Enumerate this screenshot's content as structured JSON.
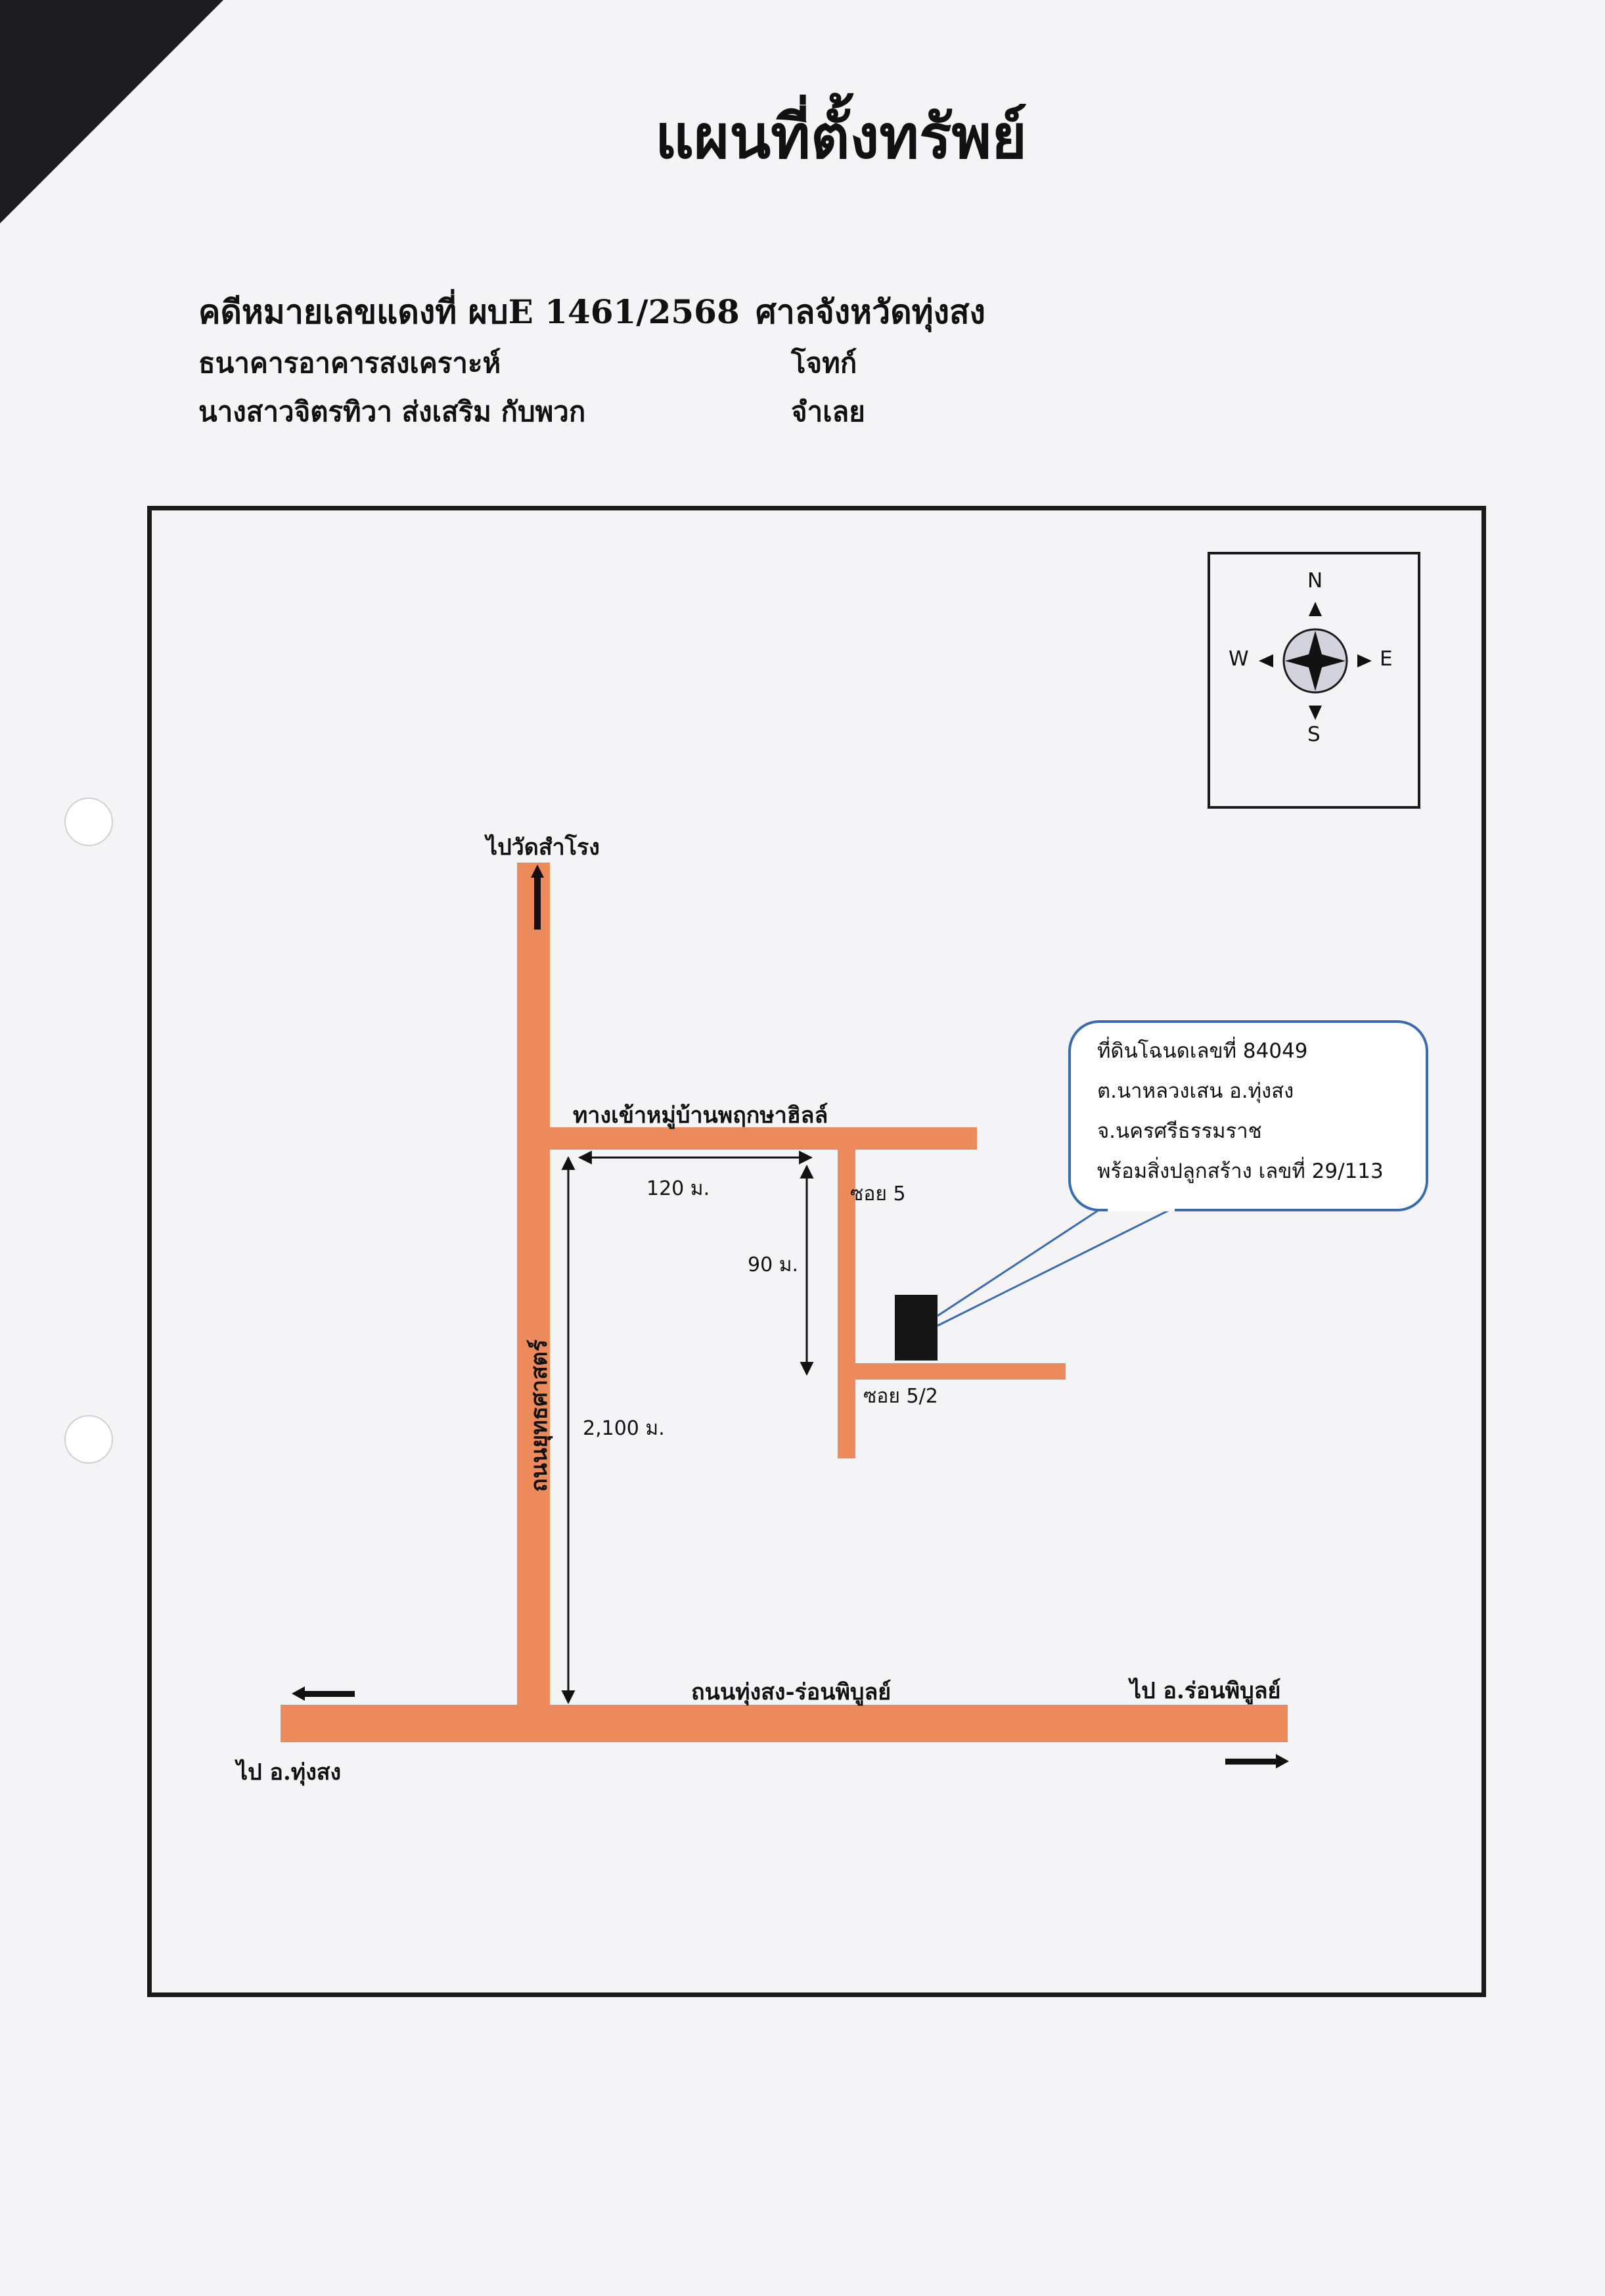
{
  "document": {
    "title": "แผนที่ตั้งทรัพย์",
    "case_number": "คดีหมายเลขแดงที่ ผบE 1461/2568",
    "court": "ศาลจังหวัดทุ่งสง",
    "plaintiff_name": "ธนาคารอาคารสงเคราะห์",
    "plaintiff_role": "โจทก์",
    "defendant_name": "นางสาวจิตรทิวา ส่งเสริม  กับพวก",
    "defendant_role": "จำเลย"
  },
  "map": {
    "road_color": "#ec8a5c",
    "callout_border_color": "#3a6bb0",
    "labels": {
      "to_temple": "ไปวัดสำโรง",
      "village_entrance": "ทางเข้าหมู่บ้านพฤกษาฮิลล์",
      "soi_5": "ซอย 5",
      "soi_5_2": "ซอย 5/2",
      "main_road": "ถนนทุ่งสง-ร่อนพิบูลย์",
      "to_ron_phibun": "ไป อ.ร่อนพิบูลย์",
      "to_thung_song": "ไป อ.ทุ่งสง",
      "yutthasat_road": "ถนนยุทธศาสตร์"
    },
    "distances": {
      "d_120": "120 ม.",
      "d_90": "90 ม.",
      "d_2100": "2,100 ม."
    },
    "callout": {
      "line1": "ที่ดินโฉนดเลขที่ 84049",
      "line2": "ต.นาหลวงเสน อ.ทุ่งสง",
      "line3": "จ.นครศรีธรรมราช",
      "line4": "พร้อมสิ่งปลูกสร้าง เลขที่ 29/113"
    },
    "compass": {
      "north": "N",
      "south": "S",
      "east": "E",
      "west": "W"
    }
  }
}
